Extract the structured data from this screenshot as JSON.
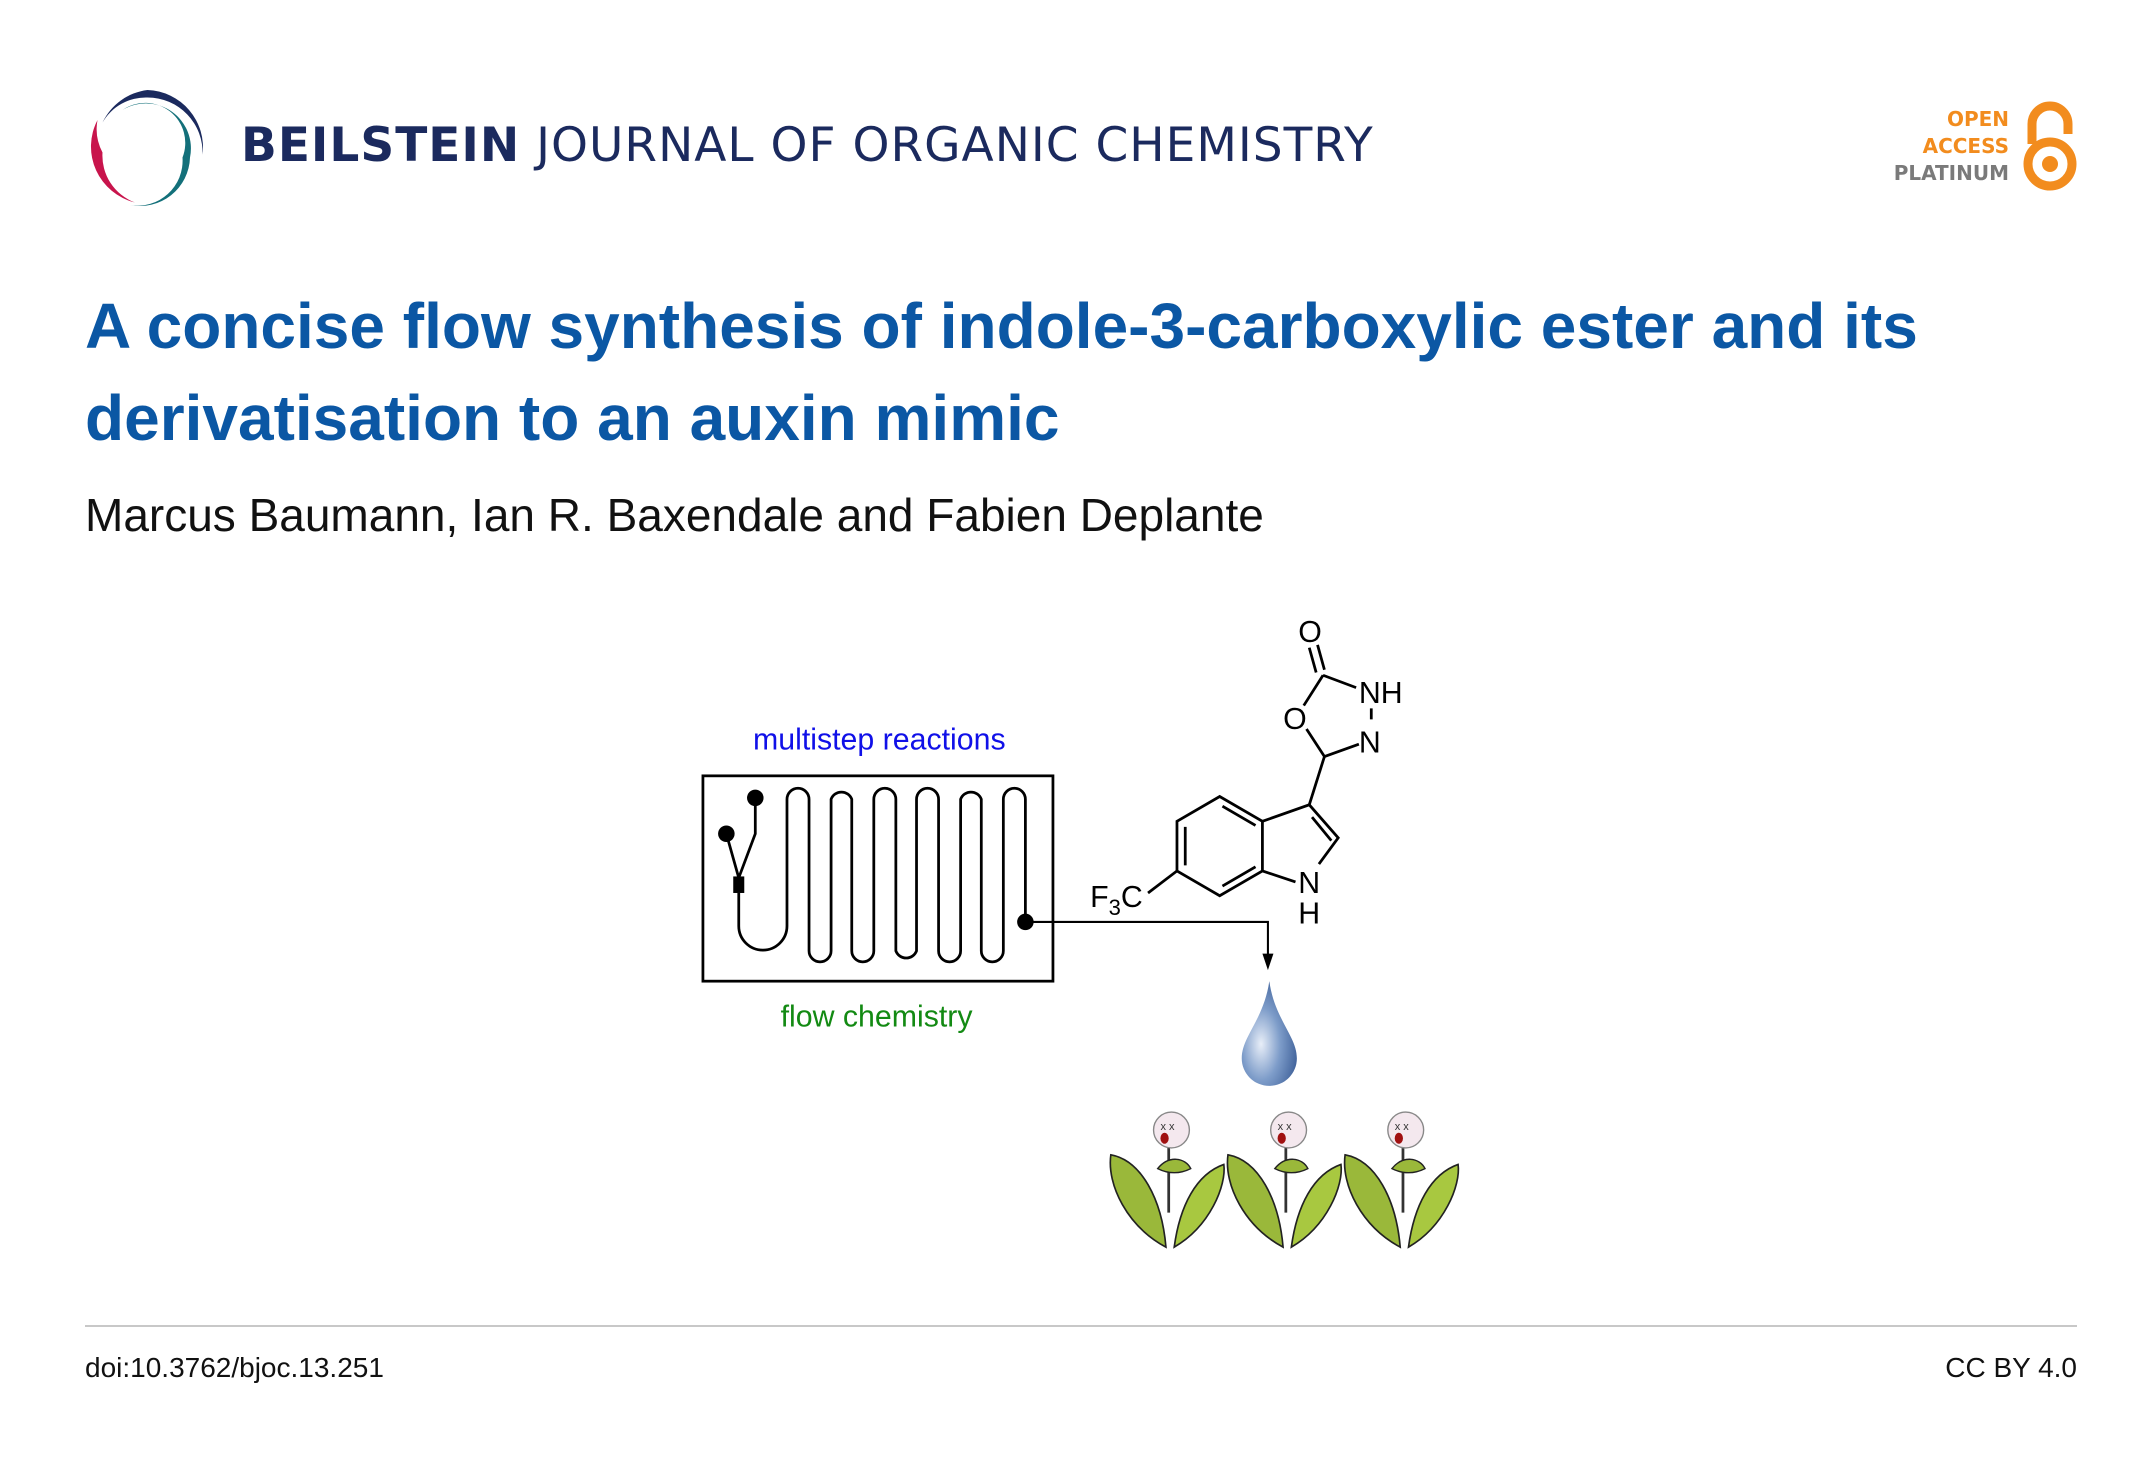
{
  "header": {
    "journal_bold": "BEILSTEIN",
    "journal_rest": "JOURNAL OF ORGANIC CHEMISTRY",
    "badge": {
      "line1": "OPEN",
      "line2": "ACCESS",
      "line3": "PLATINUM"
    },
    "colors": {
      "navy": "#1b2a5e",
      "crimson": "#c8144c",
      "teal": "#13707a",
      "orange": "#f28c1e"
    }
  },
  "article": {
    "title": "A concise flow synthesis of indole-3-carboxylic ester and its derivatisation to an auxin mimic",
    "authors": "Marcus Baumann, Ian R. Baxendale and Fabien Deplante"
  },
  "figure": {
    "label_top": "multistep reactions",
    "label_bottom": "flow chemistry",
    "atoms": {
      "o_carbonyl": "O",
      "nh": "NH",
      "o_ring": "O",
      "n_ring": "N",
      "n_indole": "N",
      "h_indole": "H",
      "cf3_f": "F",
      "cf3_sub": "3",
      "cf3_c": "C"
    }
  },
  "footer": {
    "doi": "doi:10.3762/bjoc.13.251",
    "license": "CC BY 4.0"
  }
}
